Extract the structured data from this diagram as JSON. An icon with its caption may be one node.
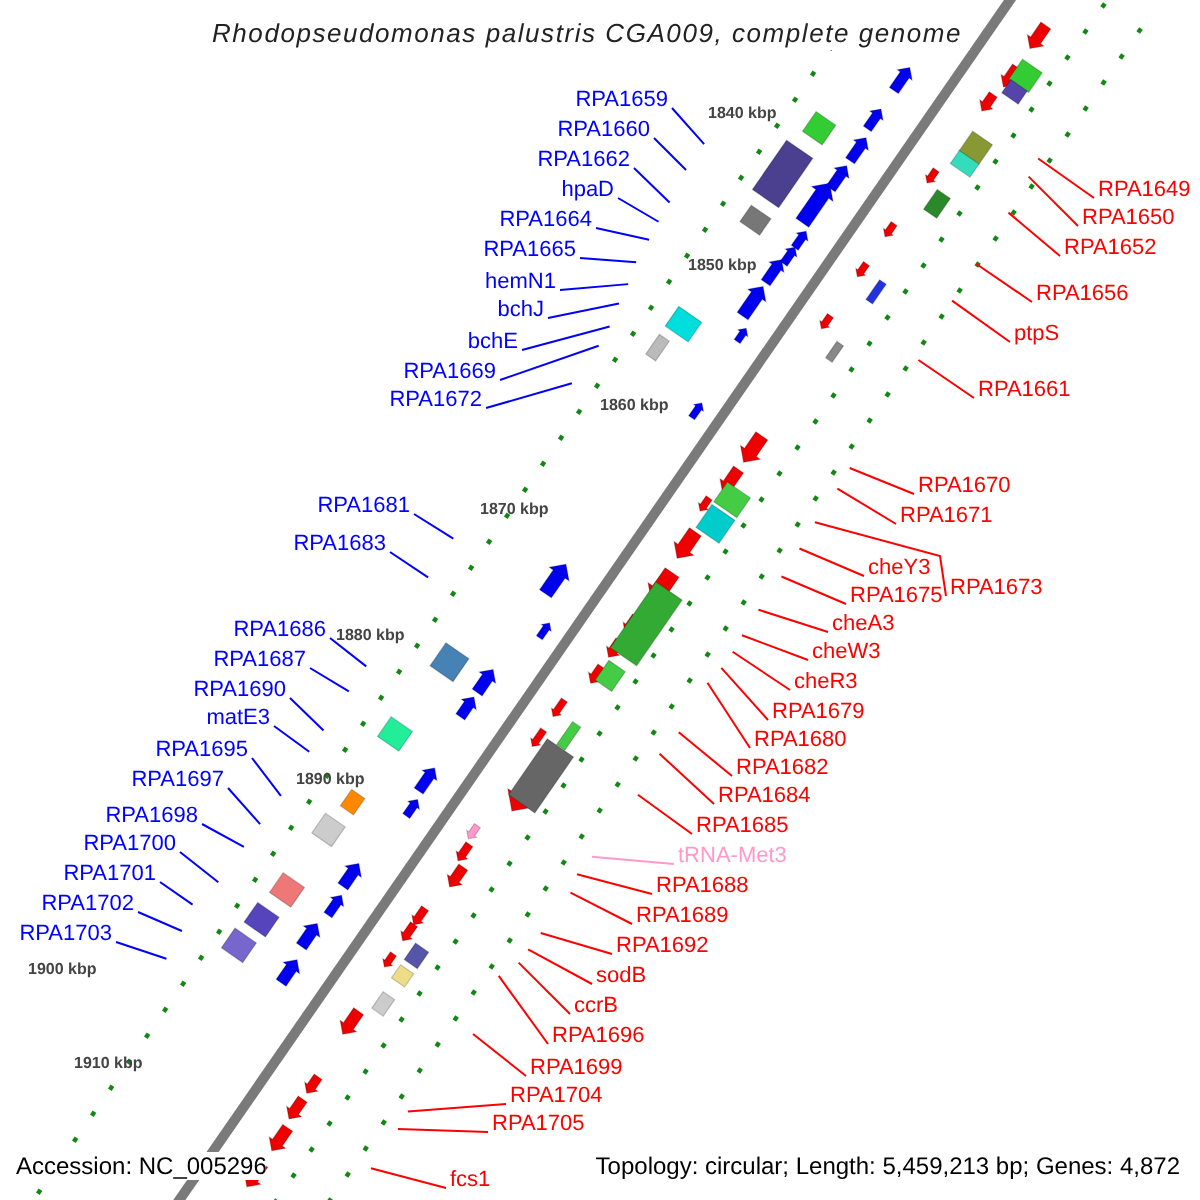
{
  "diagram": {
    "title": "Rhodopseudomonas palustris CGA009, complete genome",
    "nodes": [
      {
        "text": [
          "RPA1659"
        ]
      },
      {
        "text": [
          "RPA1660"
        ]
      },
      {
        "text": [
          "RPA1662"
        ]
      },
      {
        "text": [
          "hpaD"
        ]
      },
      {
        "text": [
          "RPA1664"
        ]
      },
      {
        "text": [
          "RPA1665"
        ]
      },
      {
        "text": [
          "hemN1"
        ]
      },
      {
        "text": [
          "bchJ"
        ]
      },
      {
        "text": [
          "bchE"
        ]
      },
      {
        "text": [
          "RPA1669"
        ]
      },
      {
        "text": [
          "RPA1672"
        ]
      },
      {
        "text": [
          "RPA1681"
        ]
      },
      {
        "text": [
          "RPA1683"
        ]
      },
      {
        "text": [
          "RPA1686"
        ]
      },
      {
        "text": [
          "RPA1687"
        ]
      },
      {
        "text": [
          "RPA1690"
        ]
      },
      {
        "text": [
          "matE3"
        ]
      },
      {
        "text": [
          "RPA1695"
        ]
      },
      {
        "text": [
          "RPA1697"
        ]
      },
      {
        "text": [
          "RPA1698"
        ]
      },
      {
        "text": [
          "RPA1700"
        ]
      },
      {
        "text": [
          "RPA1701"
        ]
      },
      {
        "text": [
          "RPA1702"
        ]
      },
      {
        "text": [
          "RPA1703"
        ]
      },
      {
        "text": [
          "RPA1649"
        ]
      },
      {
        "text": [
          "RPA1650"
        ]
      },
      {
        "text": [
          "RPA1652"
        ]
      },
      {
        "text": [
          "RPA1656"
        ]
      },
      {
        "text": [
          "ptpS"
        ]
      },
      {
        "text": [
          "RPA1661"
        ]
      },
      {
        "text": [
          "RPA1670"
        ]
      },
      {
        "text": [
          "RPA1671"
        ]
      },
      {
        "text": [
          "RPA1673"
        ]
      },
      {
        "text": [
          "cheY3"
        ]
      },
      {
        "text": [
          "RPA1675"
        ]
      },
      {
        "text": [
          "cheA3"
        ]
      },
      {
        "text": [
          "cheW3"
        ]
      },
      {
        "text": [
          "cheR3"
        ]
      },
      {
        "text": [
          "RPA1679"
        ]
      },
      {
        "text": [
          "RPA1680"
        ]
      },
      {
        "text": [
          "RPA1682"
        ]
      },
      {
        "text": [
          "RPA1684"
        ]
      },
      {
        "text": [
          "RPA1685"
        ]
      },
      {
        "text": [
          "tRNA-Met3"
        ]
      },
      {
        "text": [
          "RPA1688"
        ]
      },
      {
        "text": [
          "RPA1689"
        ]
      },
      {
        "text": [
          "RPA1692"
        ]
      },
      {
        "text": [
          "sodB"
        ]
      },
      {
        "text": [
          "ccrB"
        ]
      },
      {
        "text": [
          "RPA1696"
        ]
      },
      {
        "text": [
          "RPA1699"
        ]
      },
      {
        "text": [
          "RPA1704"
        ]
      },
      {
        "text": [
          "RPA1705"
        ]
      },
      {
        "text": [
          "fcs1"
        ]
      }
    ],
    "edges": [
      {
        "from": 0,
        "to": null,
        "arrow": "none",
        "color": "#0000ff"
      },
      {
        "from": 1,
        "to": null,
        "arrow": "none",
        "color": "#0000ff"
      },
      {
        "from": 2,
        "to": null,
        "arrow": "none",
        "color": "#0000ff"
      },
      {
        "from": 3,
        "to": null,
        "arrow": "none",
        "color": "#0000ff"
      },
      {
        "from": 4,
        "to": null,
        "arrow": "none",
        "color": "#0000ff"
      },
      {
        "from": 5,
        "to": null,
        "arrow": "none",
        "color": "#0000ff"
      },
      {
        "from": 6,
        "to": null,
        "arrow": "none",
        "color": "#0000ff"
      },
      {
        "from": 7,
        "to": null,
        "arrow": "none",
        "color": "#0000ff"
      },
      {
        "from": 8,
        "to": null,
        "arrow": "none",
        "color": "#0000ff"
      },
      {
        "from": 9,
        "to": null,
        "arrow": "none",
        "color": "#0000ff"
      },
      {
        "from": 10,
        "to": null,
        "arrow": "none",
        "color": "#0000ff"
      },
      {
        "from": 11,
        "to": null,
        "arrow": "none",
        "color": "#0000ff"
      },
      {
        "from": 12,
        "to": null,
        "arrow": "none",
        "color": "#0000ff"
      },
      {
        "from": 13,
        "to": null,
        "arrow": "none",
        "color": "#0000ff"
      },
      {
        "from": 14,
        "to": null,
        "arrow": "none",
        "color": "#0000ff"
      },
      {
        "from": 15,
        "to": null,
        "arrow": "none",
        "color": "#0000ff"
      },
      {
        "from": 16,
        "to": null,
        "arrow": "none",
        "color": "#0000ff"
      },
      {
        "from": 17,
        "to": null,
        "arrow": "none",
        "color": "#0000ff"
      },
      {
        "from": 18,
        "to": null,
        "arrow": "none",
        "color": "#0000ff"
      },
      {
        "from": 19,
        "to": null,
        "arrow": "none",
        "color": "#0000ff"
      },
      {
        "from": 20,
        "to": null,
        "arrow": "none",
        "color": "#0000ff"
      },
      {
        "from": 21,
        "to": null,
        "arrow": "none",
        "color": "#0000ff"
      },
      {
        "from": 22,
        "to": null,
        "arrow": "none",
        "color": "#0000ff"
      },
      {
        "from": 23,
        "to": null,
        "arrow": "none",
        "color": "#0000ff"
      },
      {
        "from": 24,
        "to": null,
        "arrow": "none"
      },
      {
        "from": 25,
        "to": null,
        "arrow": "none"
      },
      {
        "from": 26,
        "to": null,
        "arrow": "none"
      },
      {
        "from": 27,
        "to": null,
        "arrow": "none"
      },
      {
        "from": 28,
        "to": null,
        "arrow": "none"
      },
      {
        "from": 29,
        "to": null,
        "arrow": "none"
      },
      {
        "from": 30,
        "to": null,
        "arrow": "none"
      },
      {
        "from": 31,
        "to": null,
        "arrow": "none"
      },
      {
        "from": 32,
        "to": null,
        "arrow": "none"
      },
      {
        "from": 33,
        "to": null,
        "arrow": "none"
      },
      {
        "from": 34,
        "to": null,
        "arrow": "none"
      },
      {
        "from": 35,
        "to": null,
        "arrow": "none"
      },
      {
        "from": 36,
        "to": null,
        "arrow": "none"
      },
      {
        "from": 37,
        "to": null,
        "arrow": "none"
      },
      {
        "from": 38,
        "to": null,
        "arrow": "none"
      },
      {
        "from": 39,
        "to": null,
        "arrow": "none"
      },
      {
        "from": 40,
        "to": null,
        "arrow": "none"
      },
      {
        "from": 41,
        "to": null,
        "arrow": "none"
      },
      {
        "from": 42,
        "to": null,
        "arrow": "none"
      },
      {
        "from": 43,
        "to": null,
        "arrow": "none",
        "color": "#ff99cc"
      },
      {
        "from": 44,
        "to": null,
        "arrow": "none"
      },
      {
        "from": 45,
        "to": null,
        "arrow": "none"
      },
      {
        "from": 46,
        "to": null,
        "arrow": "none"
      },
      {
        "from": 47,
        "to": null,
        "arrow": "none"
      },
      {
        "from": 48,
        "to": null,
        "arrow": "none"
      },
      {
        "from": 49,
        "to": null,
        "arrow": "none"
      },
      {
        "from": 50,
        "to": null,
        "arrow": "none"
      },
      {
        "from": 51,
        "to": null,
        "arrow": "none"
      },
      {
        "from": 52,
        "to": null,
        "arrow": "none"
      },
      {
        "from": 53,
        "to": null,
        "arrow": "none"
      }
    ],
    "labels": [
      "1840 kbp",
      "1850 kbp",
      "1860 kbp",
      "1870 kbp",
      "1880 kbp",
      "1890 kbp",
      "1900 kbp",
      "1910 kbp",
      "Accession: NC_005296",
      "Topology: circular; Length: 5,459,213 bp; Genes: 4,872"
    ]
  }
}
